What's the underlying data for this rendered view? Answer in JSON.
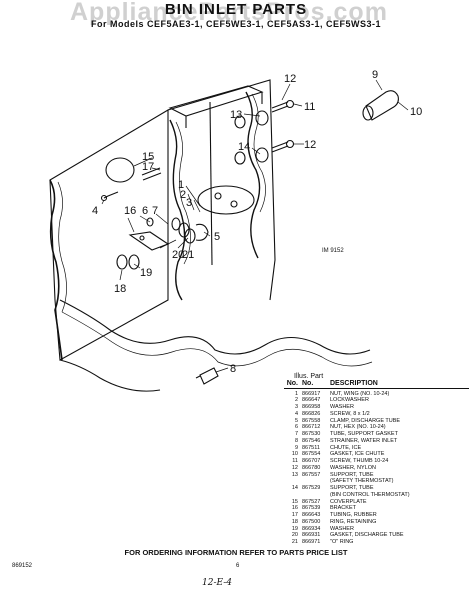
{
  "watermark": "AppliancePartsPros.com",
  "title": "BIN INLET PARTS",
  "subtitle": "For Models CEF5AE3-1, CEF5WE3-1, CEF5AS3-1, CEF5WS3-1",
  "figure_number": "IM 9152",
  "callouts": [
    "1",
    "2",
    "3",
    "4",
    "5",
    "6",
    "7",
    "8",
    "9",
    "10",
    "11",
    "12",
    "12",
    "13",
    "14",
    "15",
    "16",
    "17",
    "18",
    "19",
    "20",
    "21"
  ],
  "table": {
    "header_top": "Illus. Part",
    "col_no": "No.",
    "col_part": "No.",
    "col_desc": "DESCRIPTION",
    "rows": [
      {
        "no": "1",
        "part": "866917",
        "desc": "NUT, WING (NO. 10-24)"
      },
      {
        "no": "2",
        "part": "866647",
        "desc": "LOCKWASHER"
      },
      {
        "no": "3",
        "part": "866958",
        "desc": "WASHER"
      },
      {
        "no": "4",
        "part": "866826",
        "desc": "SCREW, 8 x 1/2"
      },
      {
        "no": "5",
        "part": "867558",
        "desc": "CLAMP, DISCHARGE TUBE"
      },
      {
        "no": "6",
        "part": "866712",
        "desc": "NUT, HEX (NO. 10-24)"
      },
      {
        "no": "7",
        "part": "867530",
        "desc": "TUBE, SUPPORT GASKET"
      },
      {
        "no": "8",
        "part": "867546",
        "desc": "STRAINER, WATER INLET"
      },
      {
        "no": "9",
        "part": "867511",
        "desc": "CHUTE, ICE"
      },
      {
        "no": "10",
        "part": "867554",
        "desc": "GASKET, ICE CHUTE"
      },
      {
        "no": "11",
        "part": "866707",
        "desc": "SCREW, THUMB 10-24"
      },
      {
        "no": "12",
        "part": "866780",
        "desc": "WASHER, NYLON"
      },
      {
        "no": "13",
        "part": "867557",
        "desc": "SUPPORT, TUBE"
      },
      {
        "no": "",
        "part": "",
        "desc": "(SAFETY THERMOSTAT)"
      },
      {
        "no": "14",
        "part": "867529",
        "desc": "SUPPORT, TUBE"
      },
      {
        "no": "",
        "part": "",
        "desc": "(BIN CONTROL THERMOSTAT)"
      },
      {
        "no": "15",
        "part": "867527",
        "desc": "COVERPLATE"
      },
      {
        "no": "16",
        "part": "867539",
        "desc": "BRACKET"
      },
      {
        "no": "17",
        "part": "866643",
        "desc": "TUBING, RUBBER"
      },
      {
        "no": "18",
        "part": "867500",
        "desc": "RING, RETAINING"
      },
      {
        "no": "19",
        "part": "866934",
        "desc": "WASHER"
      },
      {
        "no": "20",
        "part": "866931",
        "desc": "GASKET, DISCHARGE TUBE"
      },
      {
        "no": "21",
        "part": "866971",
        "desc": "\"O\" RING"
      }
    ]
  },
  "footer_note": "FOR ORDERING INFORMATION REFER TO PARTS PRICE LIST",
  "doc_ref": "869152",
  "page_number": "6",
  "handwritten": "12-E-4"
}
